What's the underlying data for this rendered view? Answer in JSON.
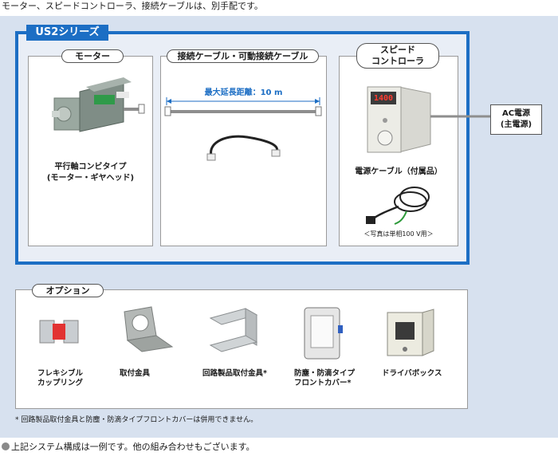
{
  "header_note": "モーター、スピードコントローラ、接続ケーブルは、別手配です。",
  "series": {
    "tag": "US2シリーズ",
    "motor": {
      "title": "モーター",
      "caption_line1": "平行軸コンビタイプ",
      "caption_line2": "(モーター・ギヤヘッド)"
    },
    "cable": {
      "title": "接続ケーブル・可動接続ケーブル",
      "distance_label": "最大延長距離：10 m"
    },
    "controller": {
      "title_line1": "スピード",
      "title_line2": "コントローラ",
      "display_value": "1400",
      "power_cable_caption": "電源ケーブル（付属品）",
      "photo_note": "＜写真は単相100 V用＞"
    }
  },
  "ac_power": {
    "line1": "AC電源",
    "line2": "(主電源)"
  },
  "options": {
    "title": "オプション",
    "items": [
      {
        "line1": "フレキシブル",
        "line2": "カップリング"
      },
      {
        "line1": "取付金具",
        "line2": ""
      },
      {
        "line1": "回路製品取付金具*",
        "line2": ""
      },
      {
        "line1": "防塵・防滴タイプ",
        "line2": "フロントカバー*"
      },
      {
        "line1": "ドライバボックス",
        "line2": ""
      }
    ],
    "footnote": "* 回路製品取付金具と防塵・防滴タイプフロントカバーは併用できません。"
  },
  "footer_note": "上記システム構成は一例です。他の組み合わせもございます。",
  "colors": {
    "accent_blue": "#1c6ec4",
    "background": "#d7e1ef",
    "dimension_blue": "#1c6ec4"
  }
}
